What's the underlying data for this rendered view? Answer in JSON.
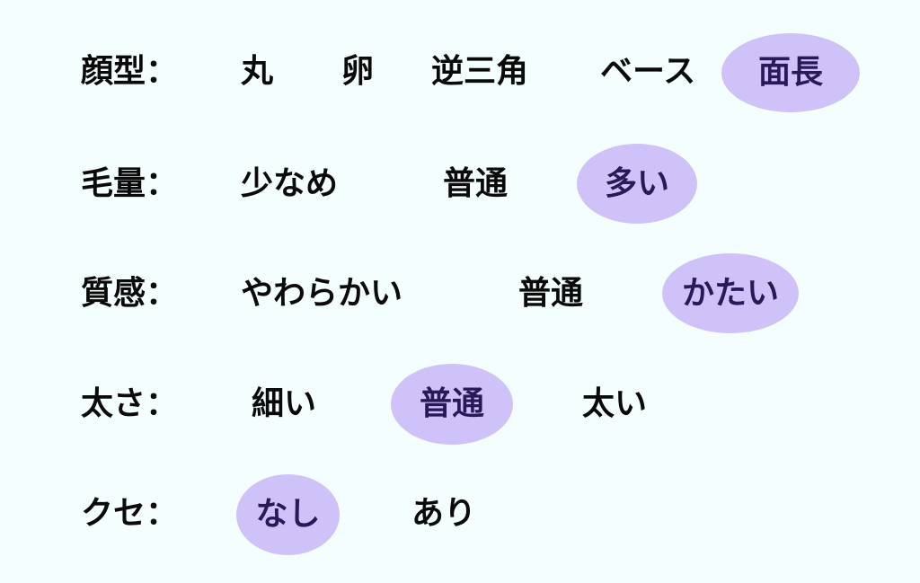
{
  "colors": {
    "background": "#F4FEFE",
    "highlight": "#CEC2F8",
    "highlight_text": "#2A1958",
    "text": "#0A0A0A"
  },
  "rows": [
    {
      "label": "顔型：",
      "options": [
        "丸",
        "卵",
        "逆三角",
        "ベース",
        "面長"
      ],
      "selected": "面長"
    },
    {
      "label": "毛量：",
      "options": [
        "少なめ",
        "普通",
        "多い"
      ],
      "selected": "多い"
    },
    {
      "label": "質感：",
      "options": [
        "やわらかい",
        "普通",
        "かたい"
      ],
      "selected": "かたい"
    },
    {
      "label": "太さ：",
      "options": [
        "細い",
        "普通",
        "太い"
      ],
      "selected": "普通"
    },
    {
      "label": "クセ：",
      "options": [
        "なし",
        "あり"
      ],
      "selected": "なし"
    }
  ]
}
